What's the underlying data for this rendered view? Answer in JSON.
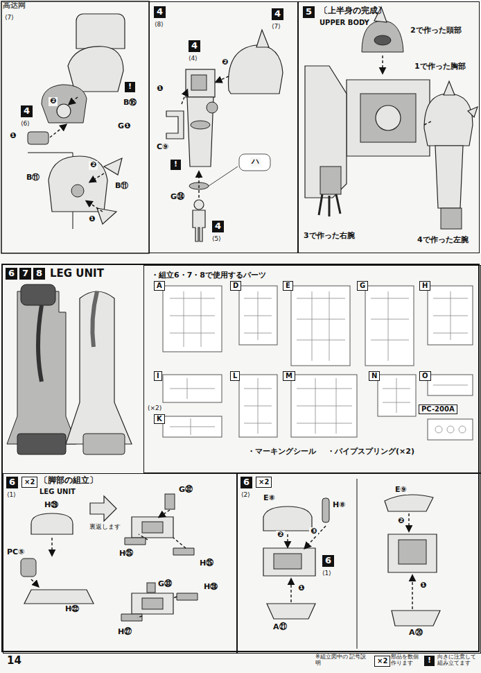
{
  "diagram": {
    "nodes": [
      {
        "text": [
          "4",
          "⟨8⟩"
        ]
      },
      {
        "text": [
          "5",
          "〔上半身の完成〕",
          "UPPER BODY"
        ]
      },
      {
        "text": [
          "6",
          "7",
          "8",
          "LEG UNIT"
        ]
      },
      {
        "text": [
          "・組立6・7・8で使用するパーツ"
        ],
        "in": 2
      },
      {
        "text": [
          "6",
          "⟨1⟩",
          "×2",
          "〔脚部の組立〕",
          "LEG UNIT"
        ],
        "in": 2
      },
      {
        "text": [
          "6",
          "⟨2⟩",
          "×2"
        ],
        "in": 2
      }
    ],
    "labels": [
      "高达网",
      "⟨7⟩",
      "4",
      "⟨6⟩",
      "❷",
      "❶",
      "!",
      "B⑯",
      "G❶",
      "B⑪",
      "❷",
      "B⑪",
      "❶",
      "4",
      "⟨7⟩",
      "4",
      "⟨4⟩",
      "❶",
      "❷",
      "C⑨",
      "!",
      "G㉔",
      "ハ",
      "4",
      "⟨5⟩",
      "2で作った頭部",
      "1で作った胸部",
      "3で作った右腕",
      "4で作った左腕",
      "A",
      "D",
      "E",
      "G",
      "H",
      "I",
      "(×2)",
      "L",
      "M",
      "N",
      "O",
      "K",
      "PC-200A",
      "・マーキングシール",
      "・パイプスプリング(×2)",
      "H㉙",
      "PC⑤",
      "H㉒",
      "裏返します",
      "G㉜",
      "H㉕",
      "H㉕",
      "G㉝",
      "H㉘",
      "H㉗",
      "E⑧",
      "H⑧",
      "❷",
      "❸",
      "❶",
      "6",
      "⟨1⟩",
      "A㉑",
      "E⑨",
      "❷",
      "❶",
      "A⑳",
      "14",
      "※組立図中の 記号説明",
      "×2",
      "部品を数個作ります",
      "!",
      "向きに注意して 組み立てます"
    ]
  }
}
